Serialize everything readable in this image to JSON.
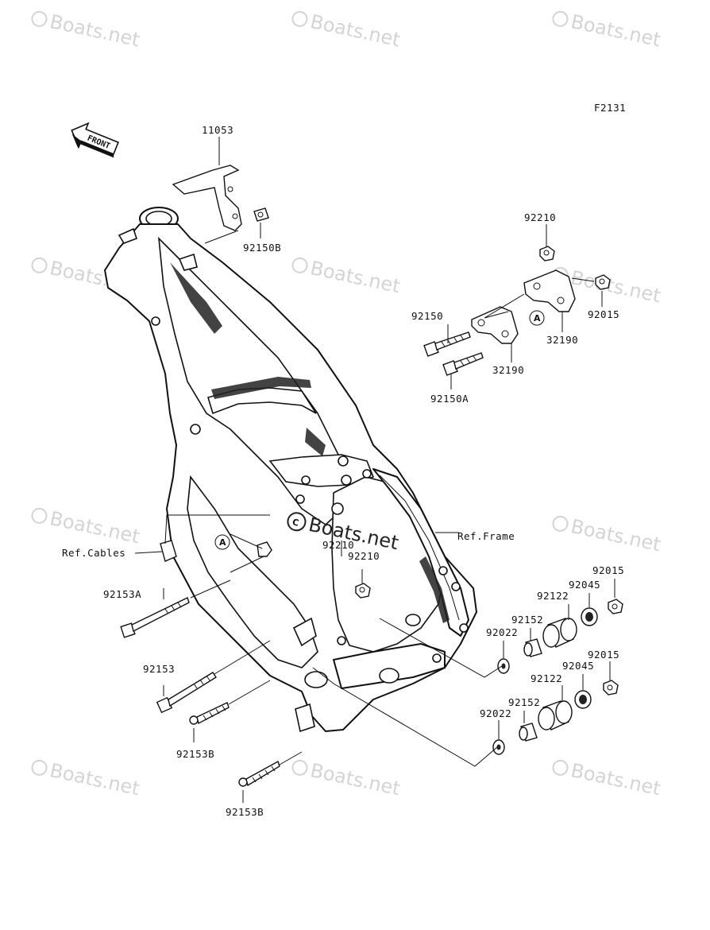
{
  "figure_code": "F2131",
  "watermark": {
    "text": "Boats.net",
    "center_text": "Boats.net"
  },
  "front_arrow": {
    "label": "FRONT"
  },
  "callout_marker": "A",
  "labels": {
    "p11053": "11053",
    "p92150B": "92150B",
    "p92210": "92210",
    "p92015_top": "92015",
    "p92150": "92150",
    "p32190_right": "32190",
    "p32190_left": "32190",
    "p92150A": "92150A",
    "ref_frame": "Ref.Frame",
    "ref_cables": "Ref.Cables",
    "p92210_mid": "92210",
    "p92210_mid2": "92210",
    "p92153A": "92153A",
    "p92153": "92153",
    "p92153B_1": "92153B",
    "p92153B_2": "92153B",
    "p92015_r1": "92015",
    "p92045_1": "92045",
    "p92122_1": "92122",
    "p92152_1": "92152",
    "p92022_1": "92022",
    "p92015_r2": "92015",
    "p92045_2": "92045",
    "p92122_2": "92122",
    "p92152_2": "92152",
    "p92022_2": "92022"
  }
}
